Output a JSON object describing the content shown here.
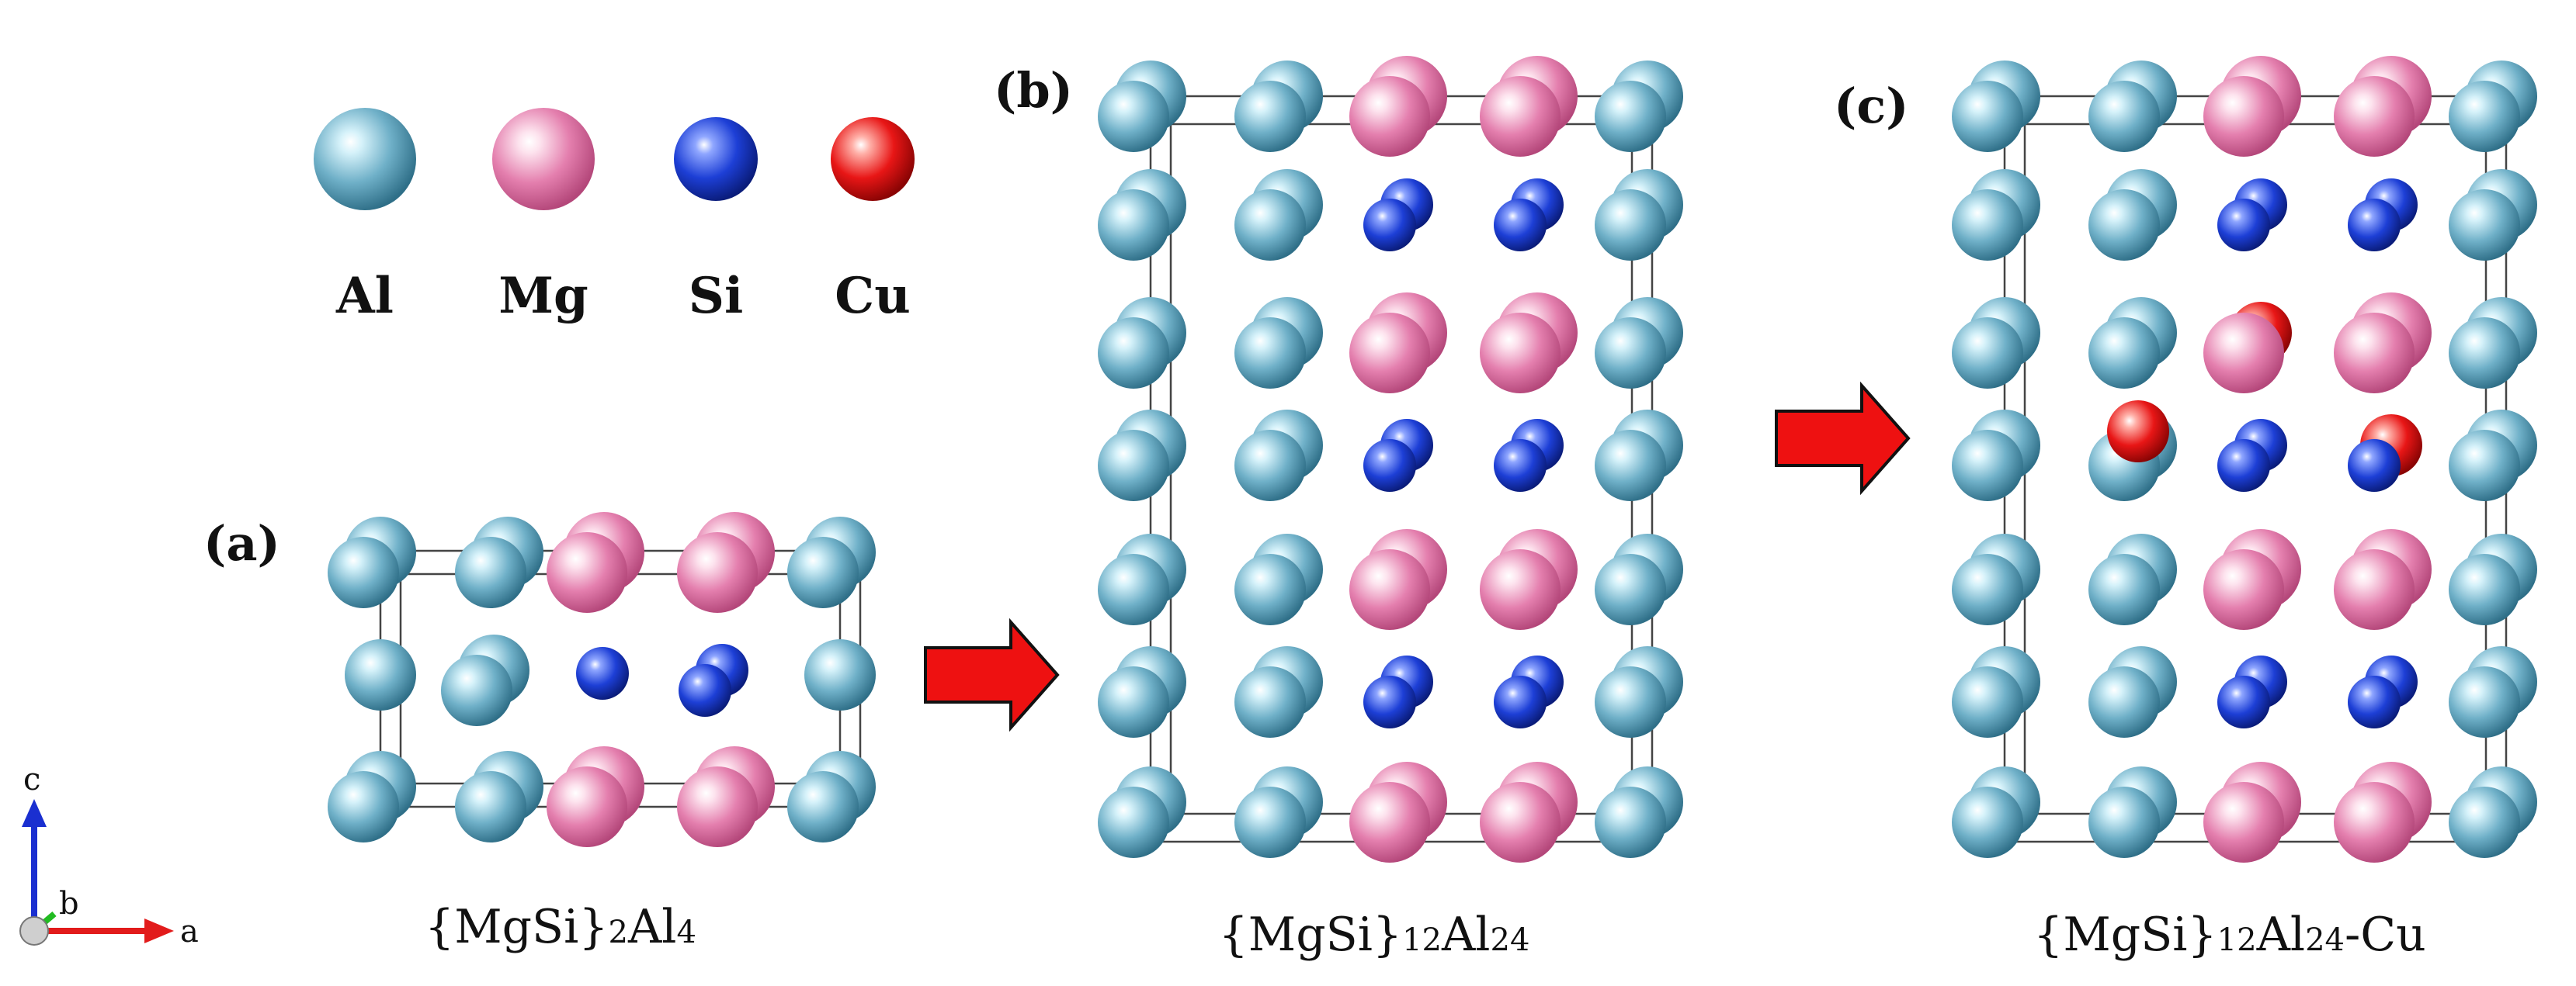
{
  "legend": [
    {
      "symbol": "Al",
      "element": "al"
    },
    {
      "symbol": "Mg",
      "element": "mg"
    },
    {
      "symbol": "Si",
      "element": "si"
    },
    {
      "symbol": "Cu",
      "element": "cu"
    }
  ],
  "elements": {
    "al": {
      "light": "#d6f2fa",
      "mid": "#6fb0c8",
      "dark": "#2f6f88"
    },
    "mg": {
      "light": "#fde3ee",
      "mid": "#e47fae",
      "dark": "#b4477a"
    },
    "si": {
      "light": "#8fa6ff",
      "mid": "#1d3fd6",
      "dark": "#0a1c7a"
    },
    "cu": {
      "light": "#ffb0a8",
      "mid": "#e81616",
      "dark": "#8a0404"
    }
  },
  "panels": [
    {
      "label": "(a)",
      "formula": {
        "base": "{MgSi}",
        "sub1": "2",
        "mid": "Al",
        "sub2": "4",
        "suffix": ""
      }
    },
    {
      "label": "(b)",
      "formula": {
        "base": "{MgSi}",
        "sub1": "12",
        "mid": "Al",
        "sub2": "24",
        "suffix": ""
      }
    },
    {
      "label": "(c)",
      "formula": {
        "base": "{MgSi}",
        "sub1": "12",
        "mid": "Al",
        "sub2": "24",
        "suffix": "-Cu"
      }
    }
  ],
  "axes": {
    "a": "a",
    "b": "b",
    "c": "c"
  },
  "colors": {
    "arrow": "#ee1111",
    "arrow_outline": "#111111",
    "axis_a": "#e21b1b",
    "axis_b": "#22bb22",
    "axis_c": "#1a2fd0",
    "cell_edge": "#444444"
  }
}
